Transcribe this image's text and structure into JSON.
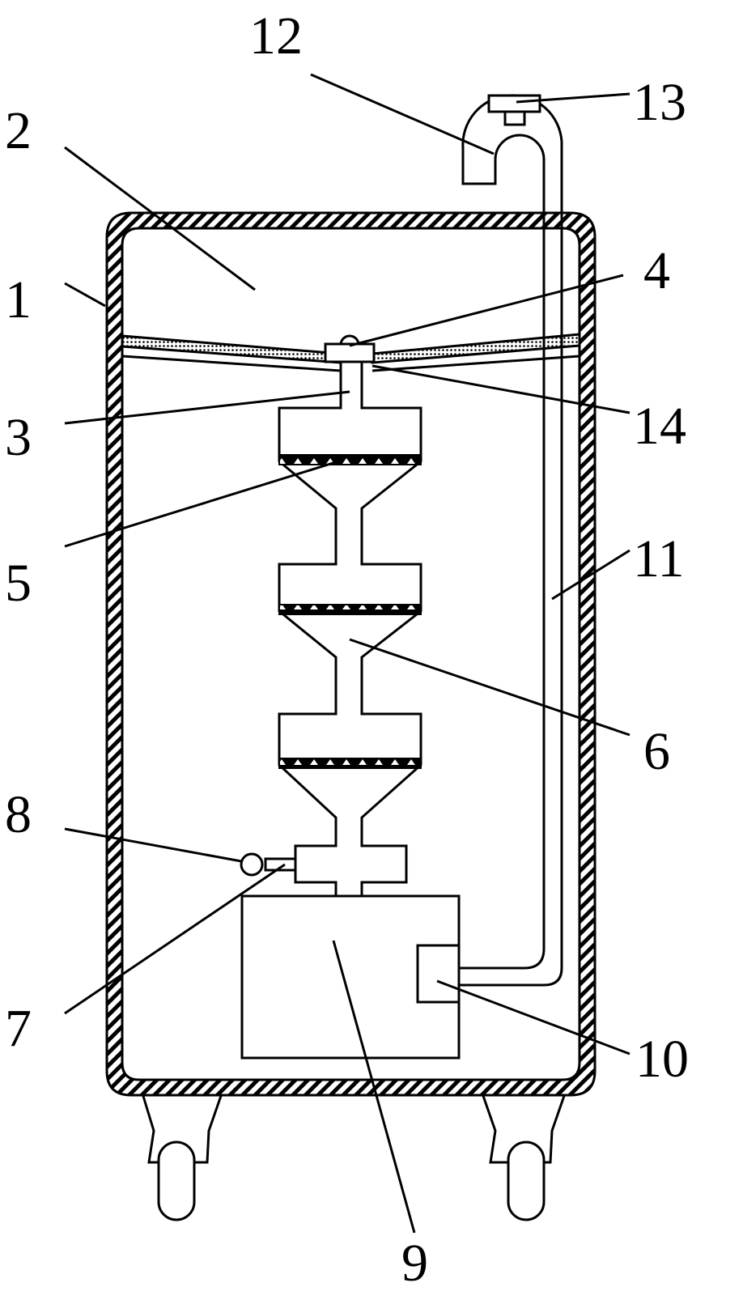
{
  "figure": {
    "labels": {
      "l1": "1",
      "l2": "2",
      "l3": "3",
      "l4": "4",
      "l5": "5",
      "l6": "6",
      "l7": "7",
      "l8": "8",
      "l9": "9",
      "l10": "10",
      "l11": "11",
      "l12": "12",
      "l13": "13",
      "l14": "14"
    }
  },
  "colors": {
    "ink": "#000000",
    "paper": "#ffffff"
  }
}
